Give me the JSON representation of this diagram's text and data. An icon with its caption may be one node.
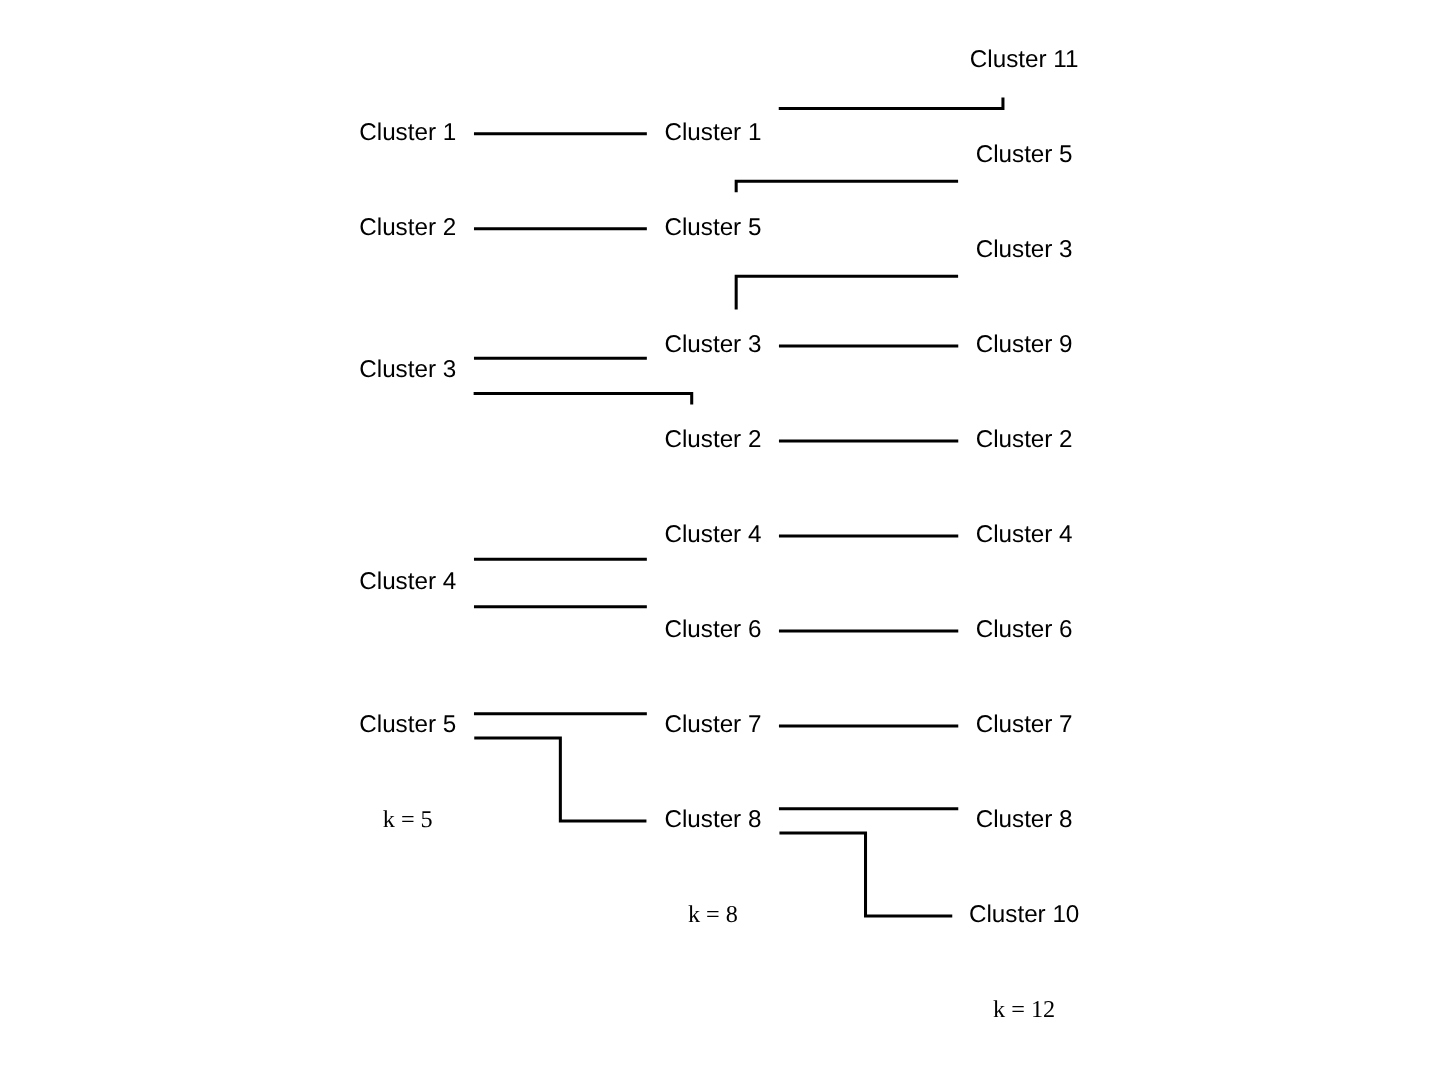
{
  "diagram": {
    "nodes": [
      {
        "text": [
          "Cluster 1"
        ]
      },
      {
        "text": [
          "Cluster 2"
        ]
      },
      {
        "text": [
          "Cluster 3"
        ]
      },
      {
        "text": [
          "Cluster 4"
        ]
      },
      {
        "text": [
          "Cluster 5"
        ]
      },
      {
        "text": [
          "Cluster 1"
        ]
      },
      {
        "text": [
          "Cluster 5"
        ]
      },
      {
        "text": [
          "Cluster 3"
        ]
      },
      {
        "text": [
          "Cluster 2"
        ]
      },
      {
        "text": [
          "Cluster 4"
        ]
      },
      {
        "text": [
          "Cluster 6"
        ]
      },
      {
        "text": [
          "Cluster 7"
        ]
      },
      {
        "text": [
          "Cluster 8"
        ]
      },
      {
        "text": [
          "Cluster 11"
        ]
      },
      {
        "text": [
          "Cluster 5"
        ]
      },
      {
        "text": [
          "Cluster 3"
        ]
      },
      {
        "text": [
          "Cluster 9"
        ]
      },
      {
        "text": [
          "Cluster 2"
        ]
      },
      {
        "text": [
          "Cluster 4"
        ]
      },
      {
        "text": [
          "Cluster 6"
        ]
      },
      {
        "text": [
          "Cluster 7"
        ]
      },
      {
        "text": [
          "Cluster 8"
        ]
      },
      {
        "text": [
          "Cluster 10"
        ]
      }
    ],
    "edges": [
      {
        "from": 0,
        "to": 5,
        "arrow": "none"
      },
      {
        "from": 5,
        "to": 13,
        "arrow": "none"
      },
      {
        "from": 1,
        "to": 6,
        "arrow": "none"
      },
      {
        "from": 6,
        "to": 14,
        "arrow": "none"
      },
      {
        "from": 2,
        "to": 7,
        "arrow": "none"
      },
      {
        "from": 2,
        "to": 8,
        "arrow": "none"
      },
      {
        "from": 7,
        "to": 15,
        "arrow": "none"
      },
      {
        "from": 7,
        "to": 16,
        "arrow": "none"
      },
      {
        "from": 8,
        "to": 17,
        "arrow": "none"
      },
      {
        "from": 3,
        "to": 9,
        "arrow": "none"
      },
      {
        "from": 3,
        "to": 10,
        "arrow": "none"
      },
      {
        "from": 9,
        "to": 18,
        "arrow": "none"
      },
      {
        "from": 10,
        "to": 19,
        "arrow": "none"
      },
      {
        "from": 4,
        "to": 11,
        "arrow": "none"
      },
      {
        "from": 4,
        "to": 12,
        "arrow": "none"
      },
      {
        "from": 11,
        "to": 20,
        "arrow": "none"
      },
      {
        "from": 12,
        "to": 21,
        "arrow": "none"
      },
      {
        "from": 12,
        "to": 22,
        "arrow": "none"
      }
    ],
    "labels": [
      "k = 5",
      "k = 8",
      "k = 12"
    ]
  }
}
